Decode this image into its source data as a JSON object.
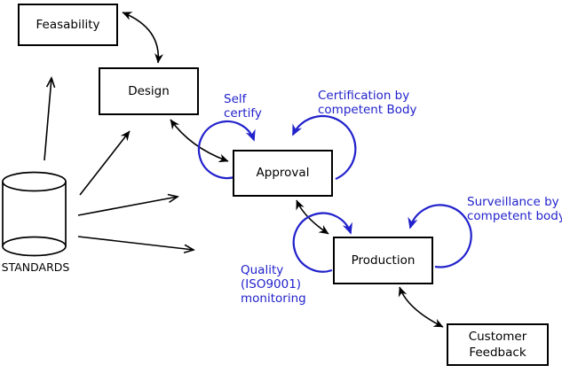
{
  "diagram": {
    "colors": {
      "line": "#000000",
      "annotation": "#2222cc",
      "background": "#ffffff"
    },
    "nodes": {
      "feasability": {
        "label": "Feasability"
      },
      "design": {
        "label": "Design"
      },
      "approval": {
        "label": "Approval"
      },
      "production": {
        "label": "Production"
      },
      "customer_feedback": {
        "label": "Customer Feedback"
      },
      "standards": {
        "label": "STANDARDS"
      }
    },
    "annotations": {
      "self_certify": {
        "label": "Self certify"
      },
      "certification": {
        "label": "Certification by competent Body"
      },
      "surveillance": {
        "label": "Surveillance by competent body"
      },
      "quality_monitoring": {
        "label": "Quality (ISO9001) monitoring"
      }
    }
  }
}
